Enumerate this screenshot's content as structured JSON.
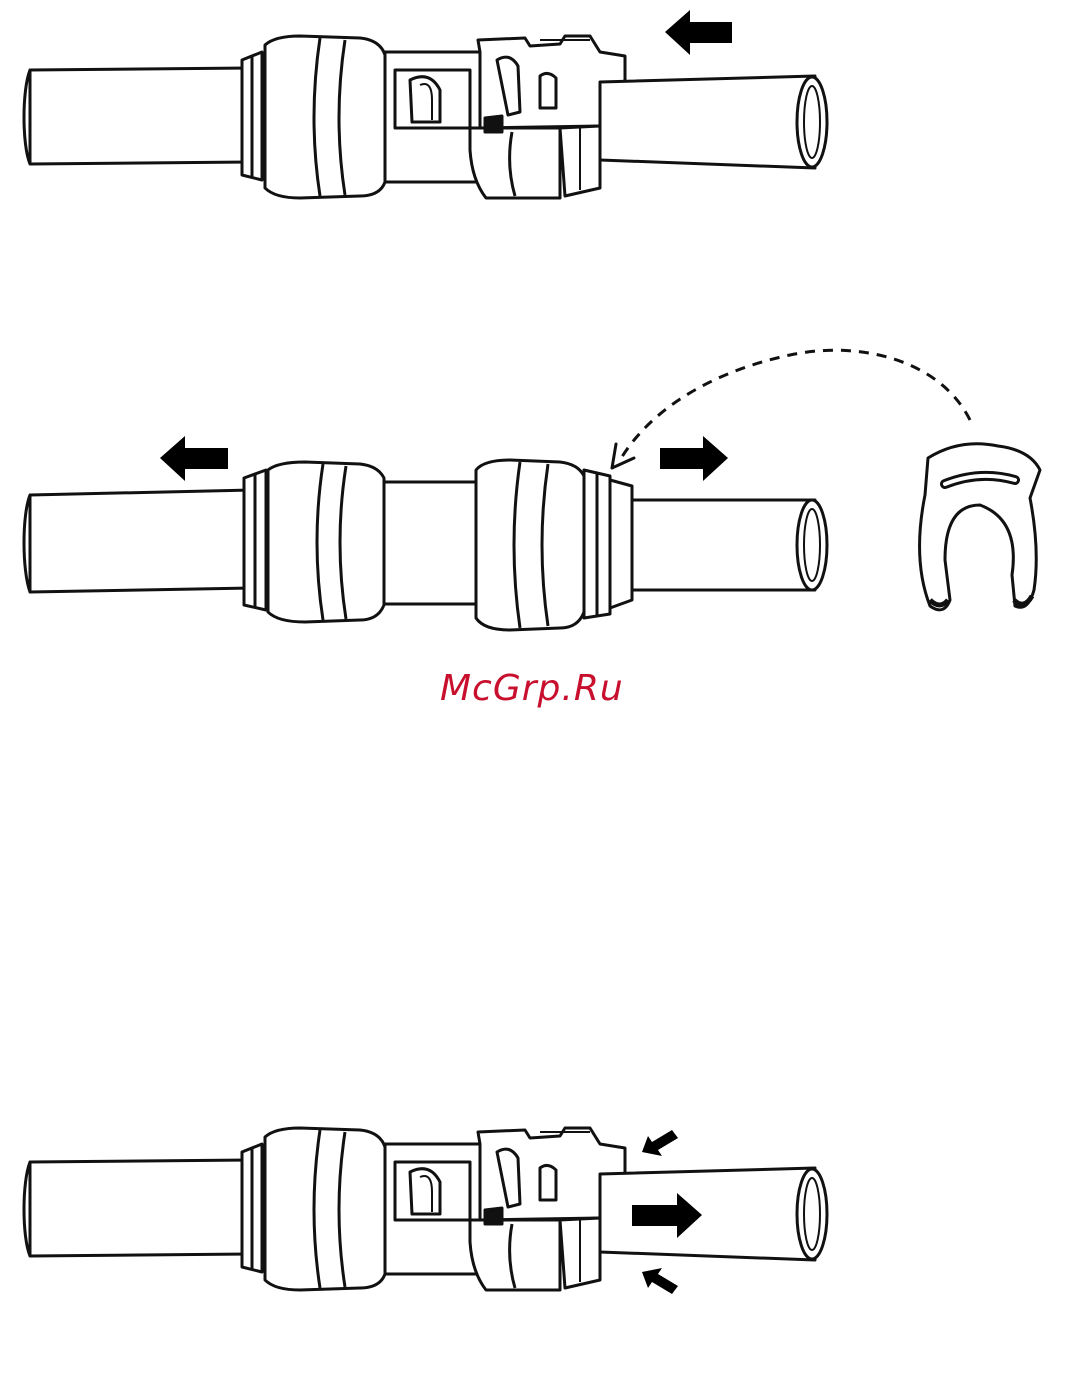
{
  "watermark": {
    "text": "McGrp.Ru",
    "color": "#c8102e"
  },
  "colors": {
    "line": "#111111",
    "fill": "#ffffff",
    "arrow": "#000000"
  },
  "figures": [
    {
      "id": "fig-1",
      "arrows": [
        {
          "icon": "arrow-left-icon"
        }
      ]
    },
    {
      "id": "fig-2",
      "arrows": [
        {
          "icon": "arrow-left-icon"
        },
        {
          "icon": "arrow-right-icon"
        },
        {
          "icon": "dashed-curved-arrow-icon"
        }
      ],
      "parts": [
        "locking-clip-icon"
      ]
    },
    {
      "id": "fig-3",
      "arrows": [
        {
          "icon": "arrow-right-icon"
        },
        {
          "icon": "press-arrow-icon"
        },
        {
          "icon": "press-arrow-icon"
        }
      ]
    }
  ]
}
